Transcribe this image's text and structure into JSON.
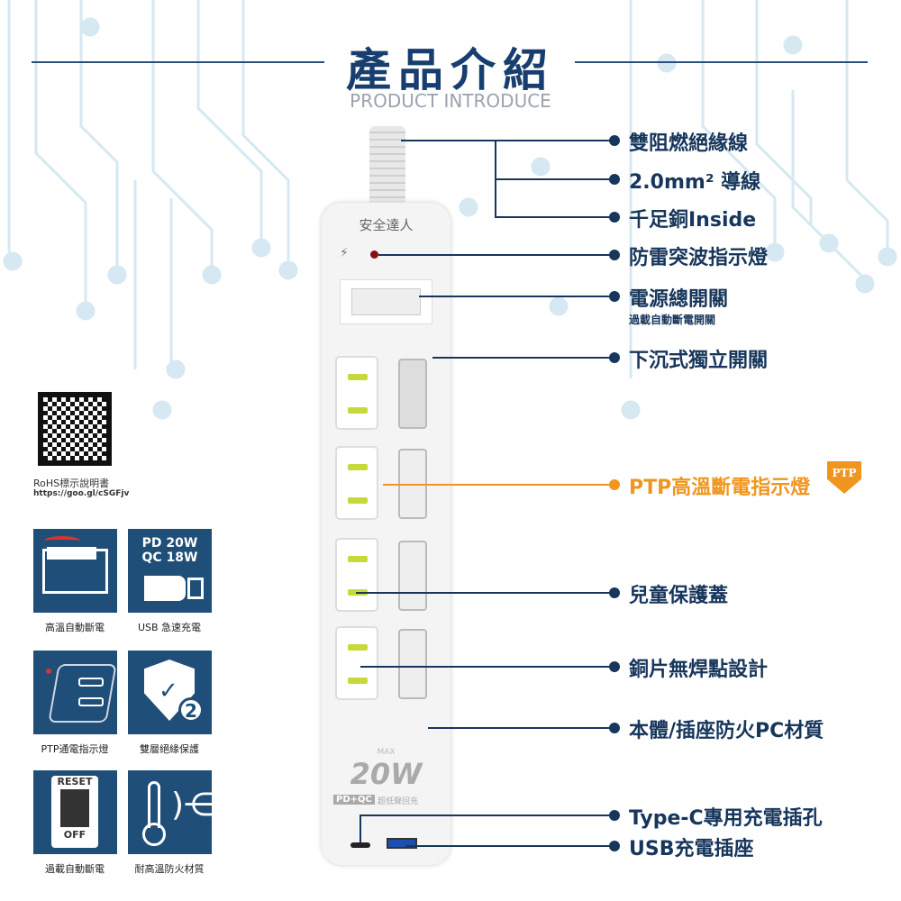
{
  "header": {
    "title": "產品介紹",
    "subtitle": "PRODUCT INTRODUCE"
  },
  "product": {
    "brand": "安全達人",
    "max_label": "MAX",
    "power": "20W",
    "badge": "PD+QC",
    "badge_text": "超低聲回充"
  },
  "callouts": [
    {
      "label": "雙阻燃絕緣線"
    },
    {
      "label": "2.0mm² 導線"
    },
    {
      "label": "千足銅Inside"
    },
    {
      "label": "防雷突波指示燈"
    },
    {
      "label": "電源總開關",
      "sublabel": "過載自動斷電開關"
    },
    {
      "label": "下沉式獨立開關"
    },
    {
      "label": "PTP高溫斷電指示燈",
      "badge": "PTP"
    },
    {
      "label": "兒童保護蓋"
    },
    {
      "label": "銅片無焊點設計"
    },
    {
      "label": "本體/插座防火PC材質"
    },
    {
      "label": "Type-C專用充電插孔"
    },
    {
      "label": "USB充電插座"
    }
  ],
  "rohs": {
    "title": "RoHS標示說明書",
    "url": "https://goo.gl/cSGFjv"
  },
  "features": [
    {
      "caption": "高溫自動斷電",
      "icon": "spring-switch-icon"
    },
    {
      "caption": "USB 急速充電",
      "icon": "usb-icon",
      "text1": "PD 20W",
      "text2": "QC 18W"
    },
    {
      "caption": "PTP通電指示燈",
      "icon": "outlet-panel-icon"
    },
    {
      "caption": "雙層絕緣保護",
      "icon": "shield-check-icon",
      "text1": "2"
    },
    {
      "caption": "過載自動斷電",
      "icon": "reset-switch-icon",
      "text1": "RESET",
      "text2": "OFF"
    },
    {
      "caption": "耐高溫防火材質",
      "icon": "thermometer-icon"
    }
  ],
  "colors": {
    "navy": "#17365c",
    "tile": "#1f4e79",
    "accent": "#f0961e",
    "circuit": "#cfe3ee"
  }
}
